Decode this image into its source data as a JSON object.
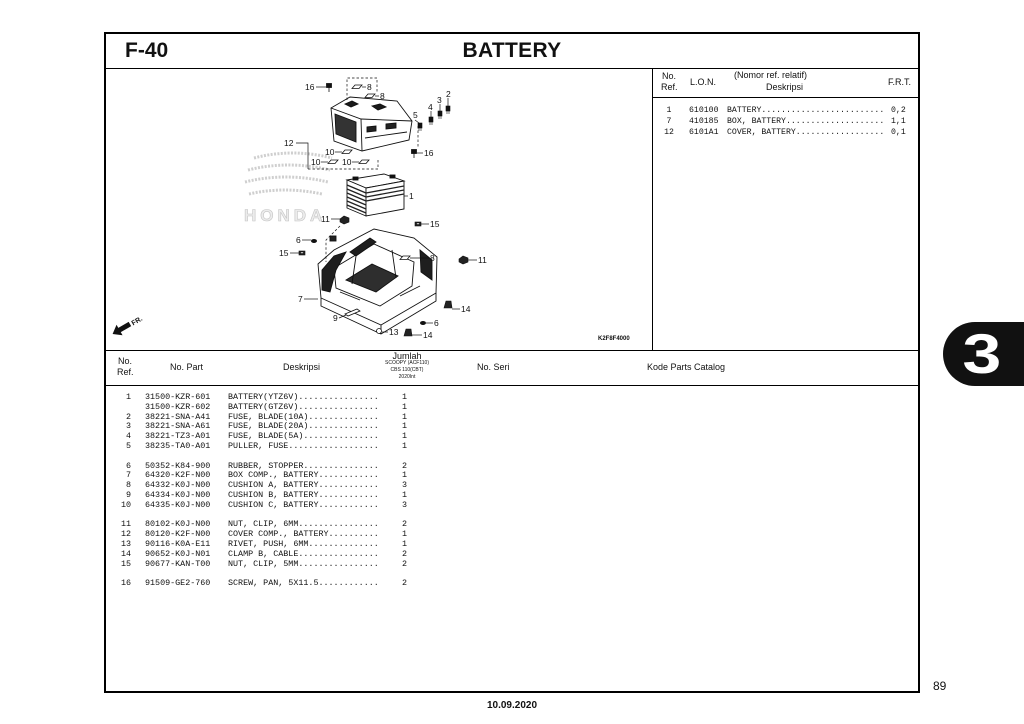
{
  "header": {
    "code": "F-40",
    "title": "BATTERY"
  },
  "lon_table": {
    "headers": {
      "ref_line1": "No.",
      "ref_line2": "Ref.",
      "lon": "L.O.N.",
      "desc_line1": "(Nomor ref. relatif)",
      "desc_line2": "Deskripsi",
      "frt": "F.R.T."
    },
    "rows": [
      {
        "ref": "1",
        "lon": "610100",
        "desc": "BATTERY",
        "frt": "0,2"
      },
      {
        "ref": "7",
        "lon": "410185",
        "desc": "BOX, BATTERY",
        "frt": "1,1"
      },
      {
        "ref": "12",
        "lon": "6101A1",
        "desc": "COVER, BATTERY",
        "frt": "0,1"
      }
    ]
  },
  "diagram": {
    "code": "K2F8F4000",
    "front_label": "FR.",
    "watermark": "HONDA",
    "callouts": [
      "16",
      "8",
      "8",
      "3",
      "2",
      "4",
      "5",
      "12",
      "10",
      "10",
      "10",
      "16",
      "1",
      "11",
      "15",
      "6",
      "15",
      "8",
      "11",
      "7",
      "9",
      "14",
      "6",
      "13",
      "14"
    ]
  },
  "parts_table": {
    "headers": {
      "ref_line1": "No.",
      "ref_line2": "Ref.",
      "part_no": "No. Part",
      "desc": "Deskripsi",
      "qty": "Jumlah",
      "model_line1": "SCOOPY (ACF110)",
      "model_line2": "CBS 110(CBT)",
      "model_line3": "2020Int",
      "serial": "No. Seri",
      "catalog_code": "Kode Parts Catalog"
    },
    "groups": [
      [
        {
          "ref": "1",
          "part_no": "31500-KZR-601",
          "desc": "BATTERY(YTZ6V)",
          "qty": "1"
        },
        {
          "part_no": "31500-KZR-602",
          "desc": "BATTERY(GTZ6V)",
          "qty": "1"
        },
        {
          "ref": "2",
          "part_no": "38221-SNA-A41",
          "desc": "FUSE, BLADE(10A)",
          "qty": "1"
        },
        {
          "ref": "3",
          "part_no": "38221-SNA-A61",
          "desc": "FUSE, BLADE(20A)",
          "qty": "1"
        },
        {
          "ref": "4",
          "part_no": "38221-TZ3-A01",
          "desc": "FUSE, BLADE(5A)",
          "qty": "1"
        },
        {
          "ref": "5",
          "part_no": "38235-TA0-A01",
          "desc": "PULLER, FUSE",
          "qty": "1"
        }
      ],
      [
        {
          "ref": "6",
          "part_no": "50352-K84-900",
          "desc": "RUBBER, STOPPER",
          "qty": "2"
        },
        {
          "ref": "7",
          "part_no": "64320-K2F-N00",
          "desc": "BOX COMP., BATTERY",
          "qty": "1"
        },
        {
          "ref": "8",
          "part_no": "64332-K0J-N00",
          "desc": "CUSHION A, BATTERY",
          "qty": "3"
        },
        {
          "ref": "9",
          "part_no": "64334-K0J-N00",
          "desc": "CUSHION B, BATTERY",
          "qty": "1"
        },
        {
          "ref": "10",
          "part_no": "64335-K0J-N00",
          "desc": "CUSHION C, BATTERY",
          "qty": "3"
        }
      ],
      [
        {
          "ref": "11",
          "part_no": "80102-K0J-N00",
          "desc": "NUT, CLIP, 6MM",
          "qty": "2"
        },
        {
          "ref": "12",
          "part_no": "80120-K2F-N00",
          "desc": "COVER COMP., BATTERY",
          "qty": "1"
        },
        {
          "ref": "13",
          "part_no": "90116-K0A-E11",
          "desc": "RIVET, PUSH, 6MM",
          "qty": "1"
        },
        {
          "ref": "14",
          "part_no": "90652-K0J-N01",
          "desc": "CLAMP B, CABLE",
          "qty": "2"
        },
        {
          "ref": "15",
          "part_no": "90677-KAN-T00",
          "desc": "NUT, CLIP, 5MM",
          "qty": "2"
        }
      ],
      [
        {
          "ref": "16",
          "part_no": "91509-GE2-760",
          "desc": "SCREW, PAN, 5X11.5",
          "qty": "2"
        }
      ]
    ]
  },
  "footer": {
    "date": "10.09.2020",
    "page_number": "89"
  },
  "section_tab": "3"
}
